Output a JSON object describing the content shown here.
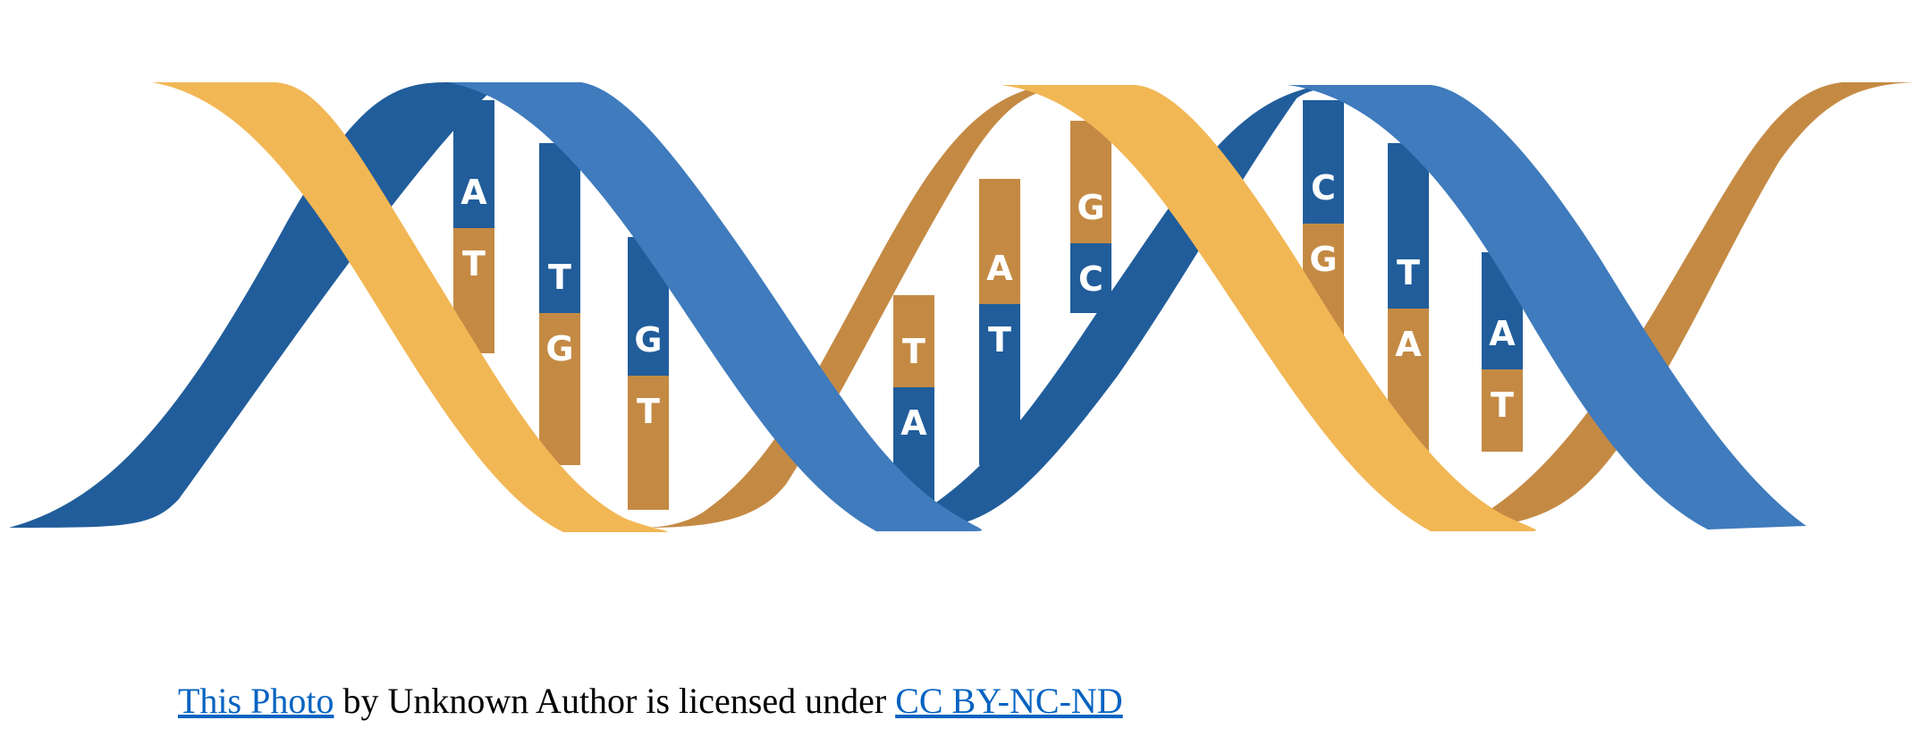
{
  "colors": {
    "blue_dark": "#215d9b",
    "blue_light": "#3f7bbd",
    "gold_light": "#f2b755",
    "gold_dark": "#c48a44",
    "link": "#0563c1"
  },
  "helix": {
    "base_pairs": [
      {
        "top": "A",
        "bottom": "T",
        "top_color": "#215d9b",
        "bottom_color": "#c48a44"
      },
      {
        "top": "T",
        "bottom": "G",
        "top_color": "#215d9b",
        "bottom_color": "#c48a44"
      },
      {
        "top": "G",
        "bottom": "T",
        "top_color": "#215d9b",
        "bottom_color": "#c48a44"
      },
      {
        "top": "T",
        "bottom": "A",
        "top_color": "#c48a44",
        "bottom_color": "#215d9b"
      },
      {
        "top": "A",
        "bottom": "T",
        "top_color": "#c48a44",
        "bottom_color": "#215d9b"
      },
      {
        "top": "G",
        "bottom": "C",
        "top_color": "#c48a44",
        "bottom_color": "#215d9b"
      },
      {
        "top": "C",
        "bottom": "G",
        "top_color": "#215d9b",
        "bottom_color": "#c48a44"
      },
      {
        "top": "T",
        "bottom": "A",
        "top_color": "#215d9b",
        "bottom_color": "#c48a44"
      },
      {
        "top": "A",
        "bottom": "T",
        "top_color": "#215d9b",
        "bottom_color": "#c48a44"
      }
    ]
  },
  "caption": {
    "photo_link": "This Photo",
    "middle_text": " by Unknown Author is licensed under ",
    "license_link": "CC BY-NC-ND"
  }
}
